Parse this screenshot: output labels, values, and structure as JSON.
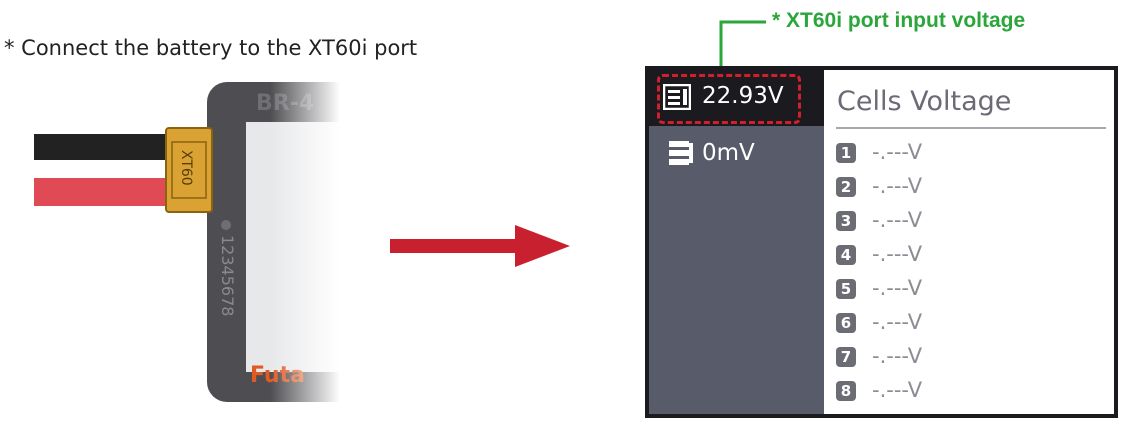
{
  "note": "* Connect the battery to the XT60i port",
  "callout": {
    "label": "* XT60i port input voltage",
    "color": "#2aa63a"
  },
  "device": {
    "model_text": "BR-4",
    "connector_text": "XT60",
    "serial_text": "12345678",
    "brand_text": "Futa"
  },
  "screen": {
    "ports": [
      {
        "icon": "battery-port-icon",
        "value": "22.93V",
        "selected": true
      },
      {
        "icon": "balance-port-icon",
        "value": "0mV",
        "selected": false
      }
    ],
    "panel": {
      "title": "Cells Voltage",
      "cells": [
        {
          "index": "1",
          "value": "-.---V"
        },
        {
          "index": "2",
          "value": "-.---V"
        },
        {
          "index": "3",
          "value": "-.---V"
        },
        {
          "index": "4",
          "value": "-.---V"
        },
        {
          "index": "5",
          "value": "-.---V"
        },
        {
          "index": "6",
          "value": "-.---V"
        },
        {
          "index": "7",
          "value": "-.---V"
        },
        {
          "index": "8",
          "value": "-.---V"
        }
      ]
    }
  },
  "colors": {
    "highlight": "#d21f2e",
    "arrow": "#c8202f",
    "screen_bg": "#1b1b1f",
    "sidebar_bg": "#585b69",
    "connector": "#d9a232",
    "brand": "#e05a22"
  }
}
